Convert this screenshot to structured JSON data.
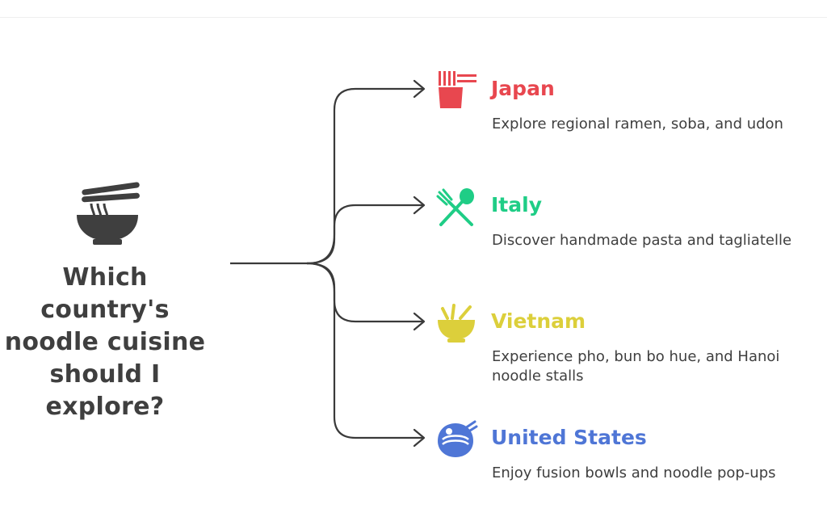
{
  "question": [
    "Which",
    "country's",
    "noodle cuisine",
    "should I",
    "explore?"
  ],
  "center_icon": "noodle-bowl-chopsticks-icon",
  "branches": [
    {
      "id": "japan",
      "title": "Japan",
      "description": "Explore regional ramen, soba, and udon",
      "color": "#e8474f",
      "icon": "noodle-cup-icon"
    },
    {
      "id": "italy",
      "title": "Italy",
      "description": "Discover handmade pasta and tagliatelle",
      "color": "#1fcd86",
      "icon": "fork-spoon-icon"
    },
    {
      "id": "vietnam",
      "title": "Vietnam",
      "description": "Experience pho, bun bo hue, and Hanoi noodle stalls",
      "color": "#dccf3b",
      "icon": "noodle-bowl-icon"
    },
    {
      "id": "usa",
      "title": "United States",
      "description": "Enjoy fusion bowls and noodle pop-ups",
      "color": "#4f76d6",
      "icon": "fusion-bowl-icon"
    }
  ],
  "colors": {
    "text": "#3f3f3f",
    "connector": "#3a3a3a"
  }
}
